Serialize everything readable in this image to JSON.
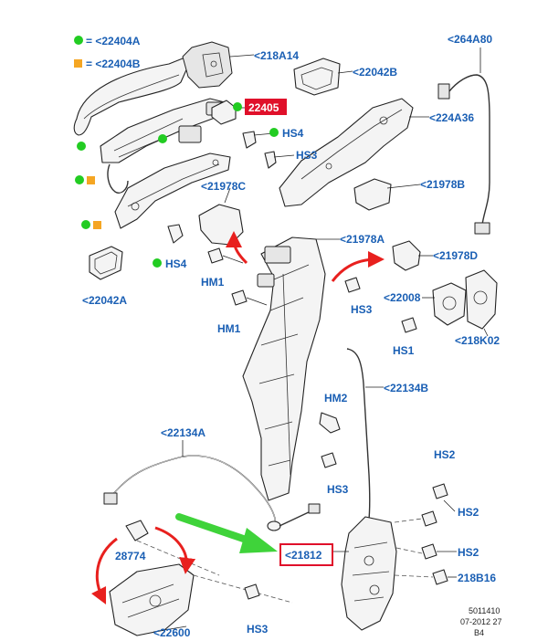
{
  "legend": [
    {
      "symbol": "green-circle",
      "text": "= <22404A",
      "color": "#22cc22"
    },
    {
      "symbol": "orange-square",
      "text": "= <22404B",
      "color": "#f5a623"
    }
  ],
  "labels": {
    "l218A14": "<218A14",
    "l264A80": "<264A80",
    "l22042B": "<22042B",
    "l22405": "22405",
    "l224A36": "<224A36",
    "lHS4a": "HS4",
    "lHS3a": "HS3",
    "l21978C": "<21978C",
    "l21978B": "<21978B",
    "l21978A": "<21978A",
    "l21978D": "<21978D",
    "lHS4b": "HS4",
    "lHM1a": "HM1",
    "l22042A": "<22042A",
    "l22008": "<22008",
    "lHS3b": "HS3",
    "lHM1b": "HM1",
    "l218K02": "<218K02",
    "lHS1": "HS1",
    "l22134B": "<22134B",
    "lHM2": "HM2",
    "l22134A": "<22134A",
    "lHS3c": "HS3",
    "lHS2a": "HS2",
    "lHS2b": "HS2",
    "l21812": "<21812",
    "l28774": "28774",
    "lHS2c": "HS2",
    "l218B16": "218B16",
    "l22600": "<22600",
    "lHS3d": "HS3"
  },
  "footer": {
    "line1": "5011410",
    "line2": "07-2012 27",
    "line3": "B4"
  },
  "colors": {
    "label_blue": "#1a5fb4",
    "highlight_red": "#e0102a",
    "arrow_red": "#e8201e",
    "arrow_green": "#3fd33a"
  }
}
